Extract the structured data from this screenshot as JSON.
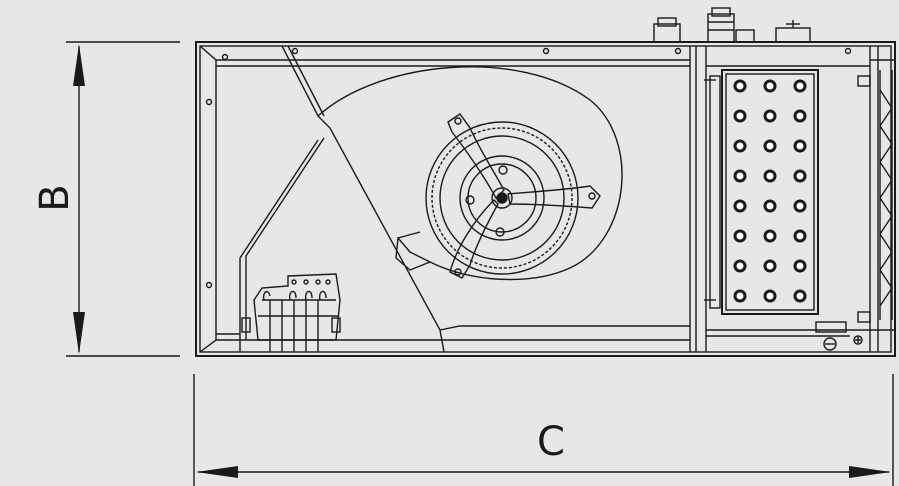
{
  "dimensions": {
    "height_label": "B",
    "width_label": "C"
  },
  "colors": {
    "background": "#e6e7e8",
    "line": "#1a1a1a",
    "fill_dark": "#3a3a3a"
  },
  "components": {
    "housing": "unit-housing",
    "fan": "centrifugal-fan",
    "filter": "perforated-filter-panel",
    "terminal": "terminal-block",
    "glands": "cable-glands"
  }
}
